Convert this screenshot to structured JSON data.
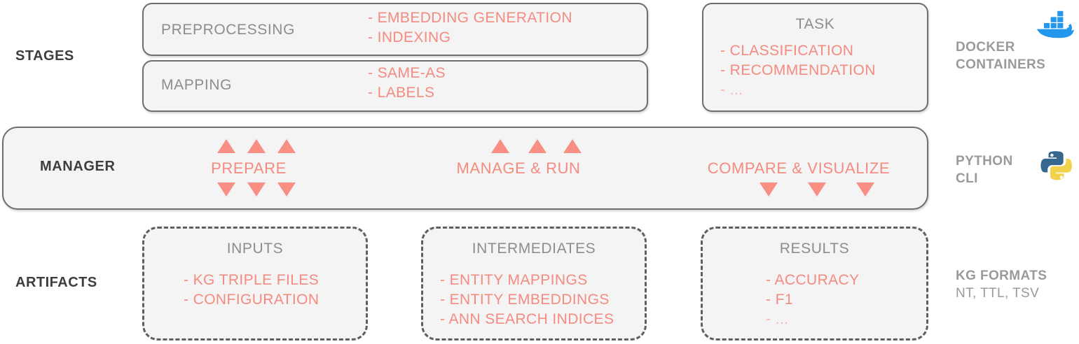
{
  "diagram": {
    "rows": [
      {
        "label": "STAGES"
      },
      {
        "label": "MANAGER"
      },
      {
        "label": "ARTIFACTS"
      }
    ],
    "stages": {
      "preprocessing": {
        "title": "PREPROCESSING",
        "items": [
          "- EMBEDDING GENERATION",
          "- INDEXING"
        ]
      },
      "mapping": {
        "title": "MAPPING",
        "items": [
          "- SAME-AS",
          "- LABELS"
        ]
      },
      "task": {
        "title": "TASK",
        "items": [
          "- CLASSIFICATION",
          "- RECOMMENDATION"
        ],
        "ellipsis": "- ..."
      }
    },
    "manager": {
      "label": "MANAGER",
      "phases": [
        {
          "name": "prepare",
          "label": "PREPARE",
          "up_arrows": 3,
          "down_arrows": 3
        },
        {
          "name": "manage-and-run",
          "label": "MANAGE & RUN",
          "up_arrows": 3,
          "down_arrows": 0
        },
        {
          "name": "compare-and-visualize",
          "label": "COMPARE & VISUALIZE",
          "up_arrows": 0,
          "down_arrows": 3
        }
      ]
    },
    "artifacts": {
      "inputs": {
        "title": "INPUTS",
        "items": [
          "- KG TRIPLE FILES",
          "- CONFIGURATION"
        ]
      },
      "intermediates": {
        "title": "INTERMEDIATES",
        "items": [
          "- ENTITY MAPPINGS",
          "- ENTITY EMBEDDINGS",
          "- ANN SEARCH INDICES"
        ]
      },
      "results": {
        "title": "RESULTS",
        "items": [
          "- ACCURACY",
          "- F1"
        ],
        "ellipsis": "- ..."
      }
    },
    "tech_column": {
      "docker": {
        "line1": "DOCKER",
        "line2": "CONTAINERS",
        "icon": "docker-whale-icon"
      },
      "python": {
        "line1": "PYTHON",
        "line2": "CLI",
        "icon": "python-logo-icon"
      },
      "formats": {
        "line1": "KG FORMATS",
        "line2": "NT, TTL, TSV"
      }
    },
    "colors": {
      "accent": "#f58b80",
      "accent_faded": "#f9b6ae",
      "box_fill": "#f4f4f4",
      "box_border": "#6e6e6e",
      "title_gray": "#8d8d8d",
      "label_dark": "#3d3d3d",
      "tech_gray": "#9a9a9a",
      "docker_blue": "#2396ed",
      "python_blue": "#36688f",
      "python_yellow": "#f2d24c"
    }
  }
}
